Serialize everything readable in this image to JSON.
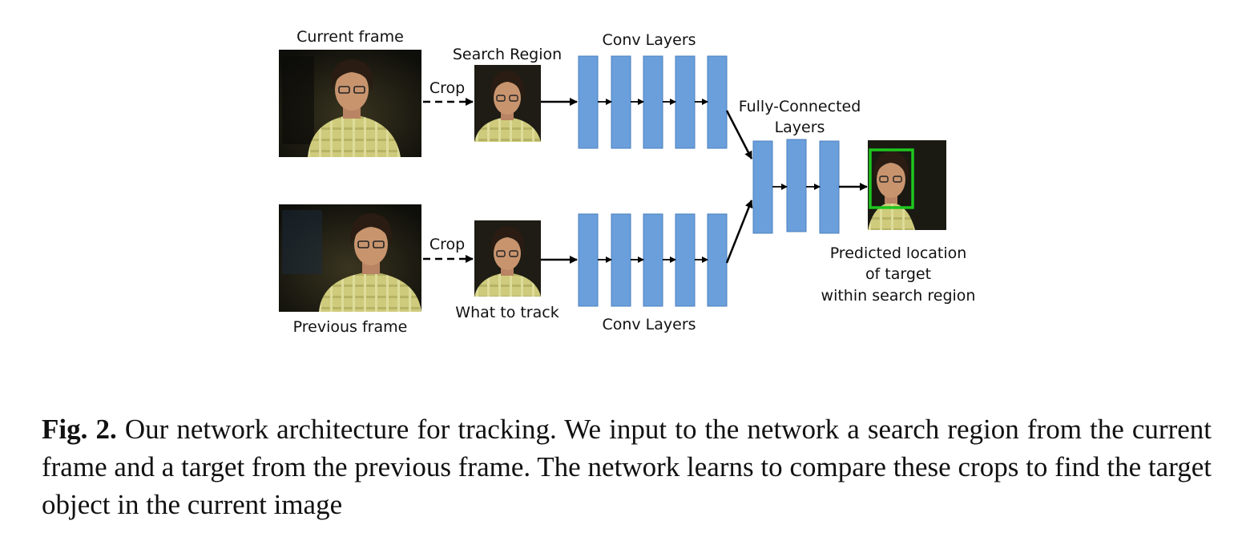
{
  "figure": {
    "labels": {
      "current_frame": "Current frame",
      "previous_frame": "Previous frame",
      "crop_top": "Crop",
      "crop_bottom": "Crop",
      "search_region": "Search Region",
      "what_to_track": "What to track",
      "conv_top": "Conv Layers",
      "conv_bottom": "Conv Layers",
      "fc_line1": "Fully-Connected",
      "fc_line2": "Layers",
      "pred_line1": "Predicted location",
      "pred_line2": "of target",
      "pred_line3": "within search region"
    },
    "colors": {
      "layer_fill": "#6a9fdc",
      "layer_stroke": "#4a7fbe",
      "box_green": "#1ec61e",
      "shirt": "#c9c77a",
      "skin": "#c8946e",
      "hair": "#2a1c12",
      "background_dark": "#1b1a12"
    }
  },
  "caption": {
    "label": "Fig. 2.",
    "text": "Our network architecture for tracking. We input to the network a search region from the current frame and a target from the previous frame. The network learns to compare these crops to find the target object in the current image"
  }
}
